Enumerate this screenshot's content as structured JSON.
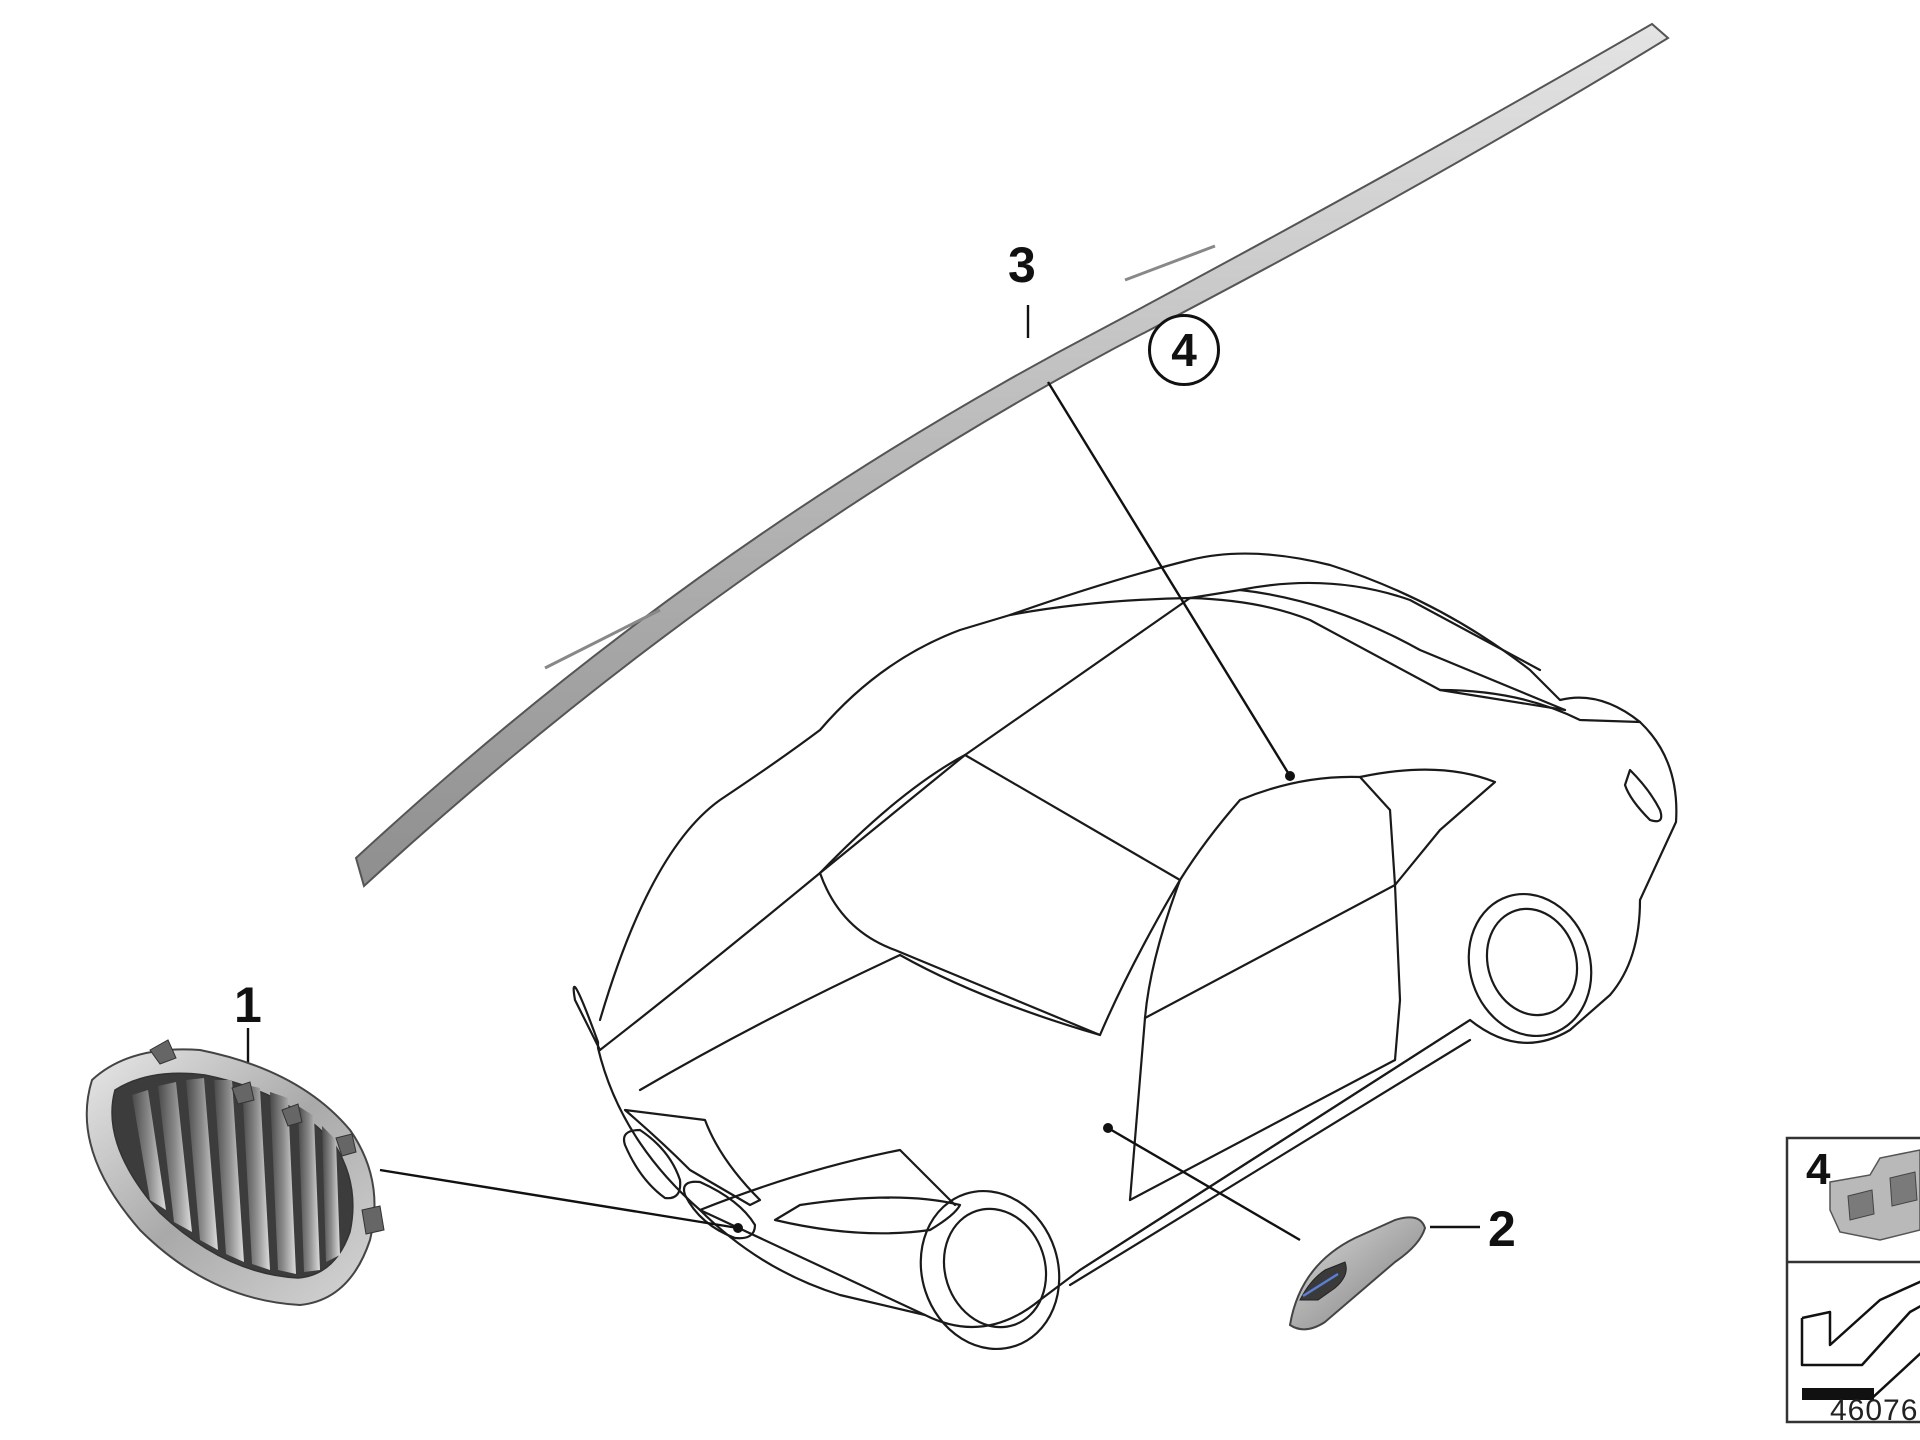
{
  "callouts": {
    "grille": "1",
    "side_badge": "2",
    "roof_trim": "3",
    "clip_circled": "4"
  },
  "inset": {
    "clip_label": "4"
  },
  "diagram_id": "46076",
  "colors": {
    "outline": "#1a1a1a",
    "part_gray": "#c8c8c8",
    "part_dark": "#6b6b6b",
    "background": "#ffffff"
  }
}
